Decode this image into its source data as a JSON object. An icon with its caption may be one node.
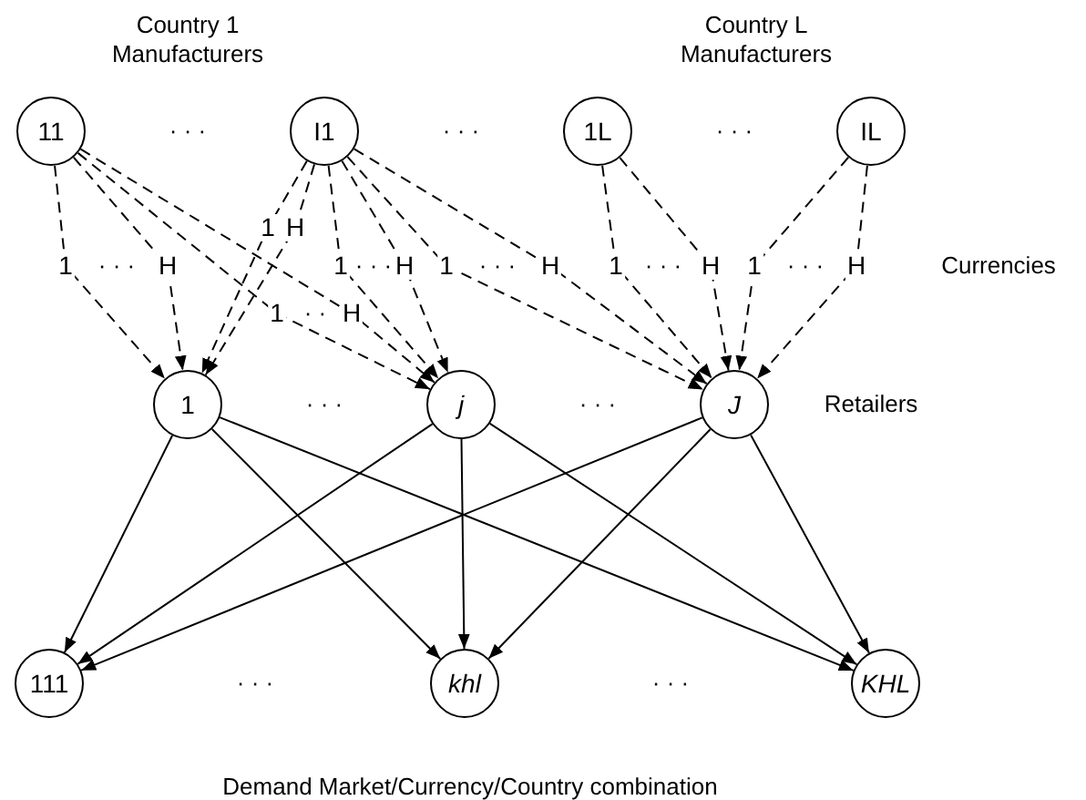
{
  "diagram": {
    "nodes": [
      {
        "text": [
          "11"
        ]
      },
      {
        "text": [
          "I1"
        ]
      },
      {
        "text": [
          "1L"
        ]
      },
      {
        "text": [
          "IL"
        ]
      },
      {
        "text": [
          "1"
        ]
      },
      {
        "text": [
          "j"
        ]
      },
      {
        "text": [
          "J"
        ]
      },
      {
        "text": [
          "111"
        ]
      },
      {
        "text": [
          "khl"
        ]
      },
      {
        "text": [
          "KHL"
        ]
      }
    ],
    "edges": [
      {
        "from": 0,
        "to": 4,
        "arrow": "to",
        "style": "dashed",
        "label": "1"
      },
      {
        "from": 0,
        "to": 4,
        "arrow": "to",
        "style": "dashed",
        "label": "H"
      },
      {
        "from": 0,
        "to": 5,
        "arrow": "to",
        "style": "dashed",
        "label": "1"
      },
      {
        "from": 0,
        "to": 5,
        "arrow": "to",
        "style": "dashed",
        "label": "H"
      },
      {
        "from": 1,
        "to": 4,
        "arrow": "to",
        "style": "dashed",
        "label": "1"
      },
      {
        "from": 1,
        "to": 4,
        "arrow": "to",
        "style": "dashed",
        "label": "H"
      },
      {
        "from": 1,
        "to": 5,
        "arrow": "to",
        "style": "dashed",
        "label": "1"
      },
      {
        "from": 1,
        "to": 5,
        "arrow": "to",
        "style": "dashed",
        "label": "H"
      },
      {
        "from": 1,
        "to": 6,
        "arrow": "to",
        "style": "dashed",
        "label": "1"
      },
      {
        "from": 1,
        "to": 6,
        "arrow": "to",
        "style": "dashed",
        "label": "H"
      },
      {
        "from": 2,
        "to": 6,
        "arrow": "to",
        "style": "dashed",
        "label": "1"
      },
      {
        "from": 2,
        "to": 6,
        "arrow": "to",
        "style": "dashed",
        "label": "H"
      },
      {
        "from": 3,
        "to": 6,
        "arrow": "to",
        "style": "dashed",
        "label": "1"
      },
      {
        "from": 3,
        "to": 6,
        "arrow": "to",
        "style": "dashed",
        "label": "H"
      },
      {
        "from": 4,
        "to": 7,
        "arrow": "to"
      },
      {
        "from": 4,
        "to": 8,
        "arrow": "to"
      },
      {
        "from": 4,
        "to": 9,
        "arrow": "to"
      },
      {
        "from": 5,
        "to": 7,
        "arrow": "to"
      },
      {
        "from": 5,
        "to": 8,
        "arrow": "to"
      },
      {
        "from": 5,
        "to": 9,
        "arrow": "to"
      },
      {
        "from": 6,
        "to": 7,
        "arrow": "to"
      },
      {
        "from": 6,
        "to": 8,
        "arrow": "to"
      },
      {
        "from": 6,
        "to": 9,
        "arrow": "to"
      }
    ],
    "labels": [
      "Country 1 Manufacturers",
      "Country L Manufacturers",
      "· · ·",
      "· · ·",
      "· · ·",
      "· · ·",
      "· · ·",
      "· · ·",
      "· · ·",
      "· · ·",
      "Currencies",
      "· ·",
      "· · ·",
      "· · ·",
      "Retailers",
      "· · ·",
      "· · ·",
      "Demand Market/Currency/Country combination"
    ]
  }
}
